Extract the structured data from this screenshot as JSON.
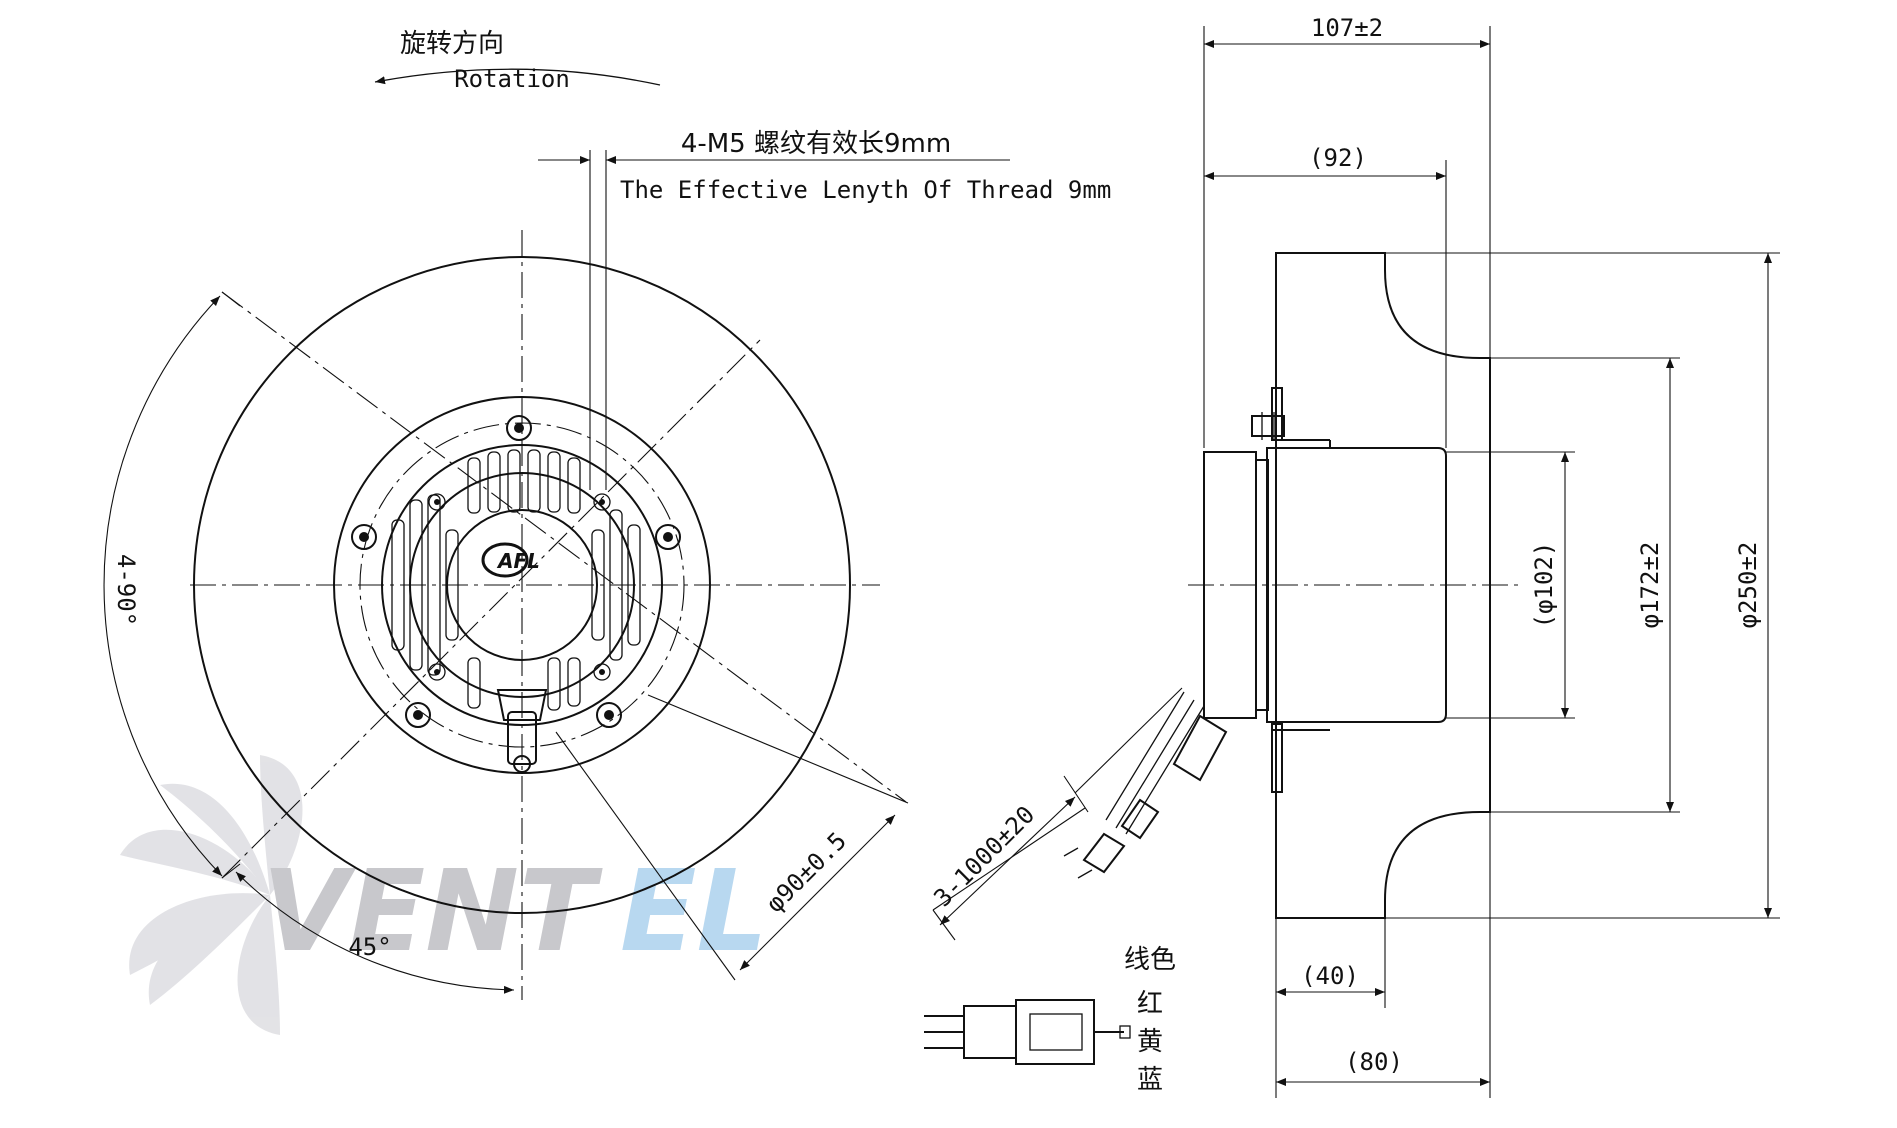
{
  "rotation": {
    "label_cn": "旋转方向",
    "label_en": "Rotation"
  },
  "thread_note": {
    "label_cn": "4-M5 螺纹有效长9mm",
    "label_en": "The Effective Lenyth Of Thread 9mm"
  },
  "front_view": {
    "angle_main": "4-90°",
    "angle_offset": "45°",
    "dia_bolt_circle": "φ90±0.5",
    "cable_length": "3-1000±20"
  },
  "side_view": {
    "width_total": "107±2",
    "width_motor": "(92)",
    "width_inlet": "(40)",
    "width_impeller": "(80)",
    "dia_motor": "(φ102)",
    "dia_inlet": "φ172±2",
    "dia_outer": "φ250±2"
  },
  "wire_colors": {
    "title": "线色",
    "items": [
      "红",
      "黄",
      "蓝"
    ]
  },
  "watermark": {
    "part_a": "VENT",
    "part_b": "EL",
    "color_a": "#c8c8cc",
    "color_b": "#b8d8f0"
  },
  "logo_text": "AFL"
}
